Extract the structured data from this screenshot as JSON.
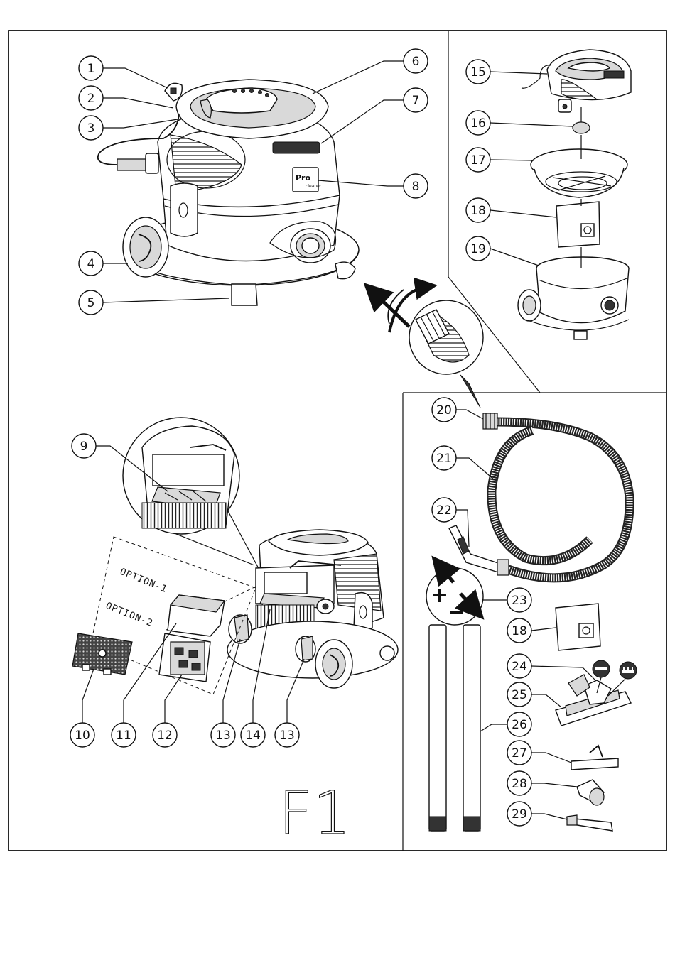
{
  "figure": {
    "label": "F1"
  },
  "options": {
    "option_1": "OPTION-1",
    "option_2": "OPTION-2"
  },
  "callouts": [
    "1",
    "2",
    "3",
    "4",
    "5",
    "6",
    "7",
    "8",
    "9",
    "10",
    "11",
    "12",
    "13",
    "13",
    "14",
    "15",
    "16",
    "17",
    "18",
    "18",
    "19",
    "20",
    "21",
    "22",
    "23",
    "24",
    "25",
    "26",
    "27",
    "28",
    "29"
  ],
  "brand": {
    "logo_top": "Pro",
    "logo_bottom": "cleaner"
  },
  "symbols": {
    "plus": "+",
    "minus": "−"
  }
}
